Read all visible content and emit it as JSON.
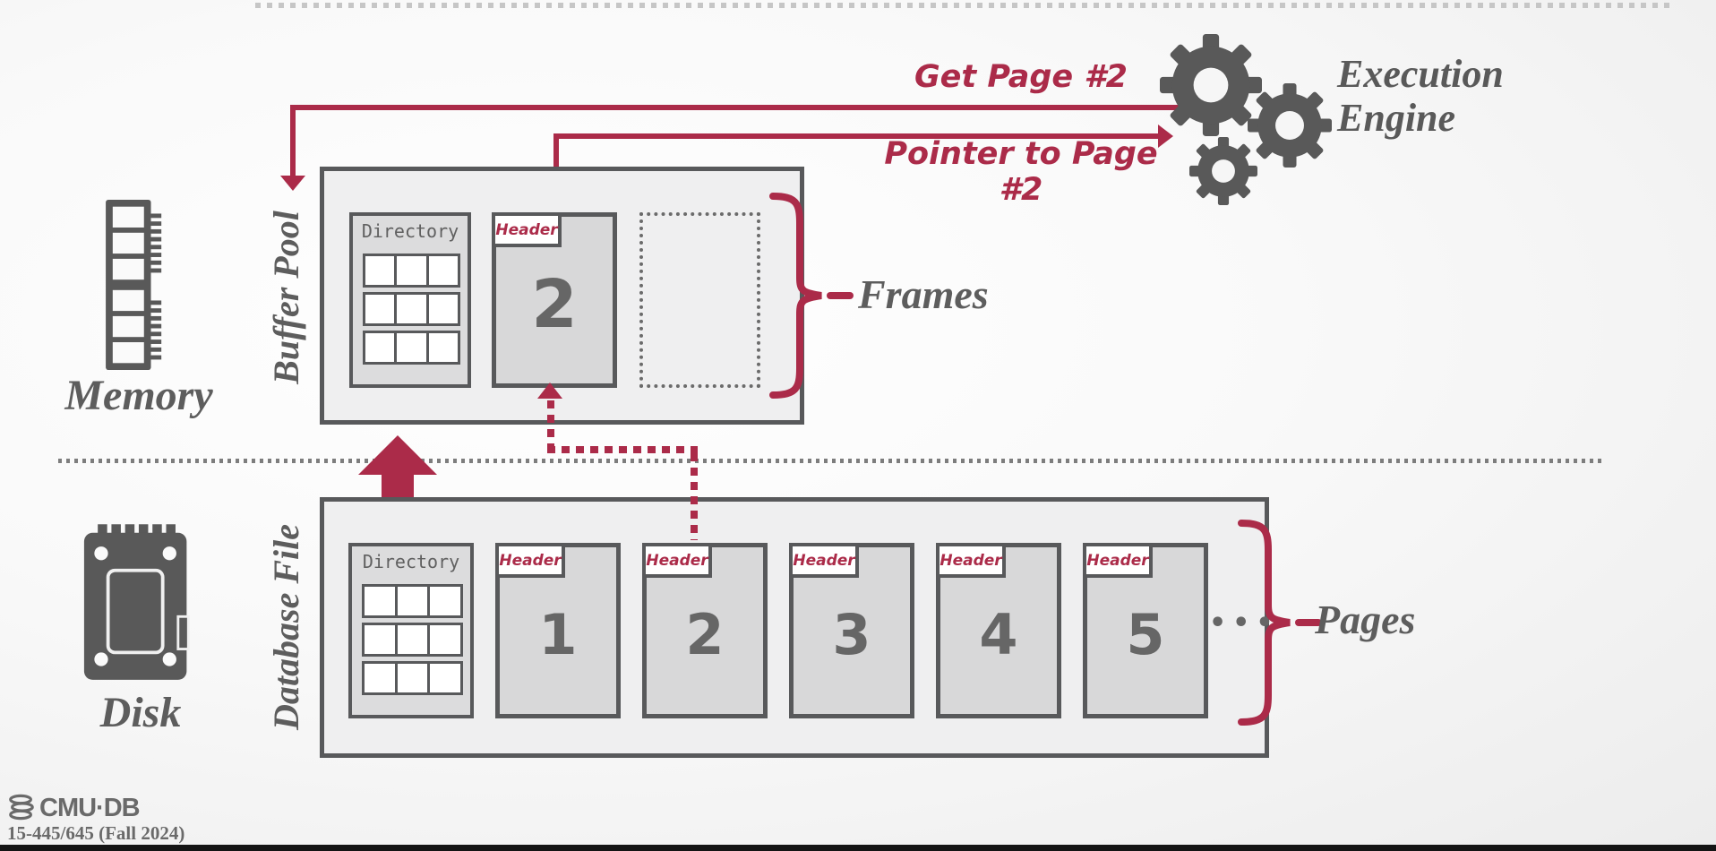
{
  "colors": {
    "accent_red": "#ab2b49",
    "diagram_gray": "#595959",
    "box_border": "#58595b",
    "box_fill": "#efeff0",
    "page_fill": "#d8d8d9"
  },
  "annotations": {
    "get_page_label": "Get Page #2",
    "pointer_label": "Pointer to Page #2"
  },
  "execution_engine": {
    "line1": "Execution",
    "line2": "Engine"
  },
  "memory": {
    "label": "Memory",
    "buffer_pool": {
      "label": "Buffer Pool",
      "directory": {
        "title": "Directory",
        "grid_rows": 3,
        "grid_cols": 3
      },
      "page": {
        "header_label": "Header",
        "number": "2"
      },
      "empty_frame_count": 1
    },
    "frames_label": "Frames"
  },
  "disk": {
    "label": "Disk",
    "database_file": {
      "label": "Database File",
      "directory": {
        "title": "Directory",
        "grid_rows": 3,
        "grid_cols": 3
      },
      "pages": [
        {
          "header_label": "Header",
          "number": "1"
        },
        {
          "header_label": "Header",
          "number": "2"
        },
        {
          "header_label": "Header",
          "number": "3"
        },
        {
          "header_label": "Header",
          "number": "4"
        },
        {
          "header_label": "Header",
          "number": "5"
        }
      ],
      "ellipsis": "•••"
    },
    "pages_label": "Pages"
  },
  "footer": {
    "logo_text": "CMU·DB",
    "course_text": "15-445/645 (Fall 2024)"
  }
}
